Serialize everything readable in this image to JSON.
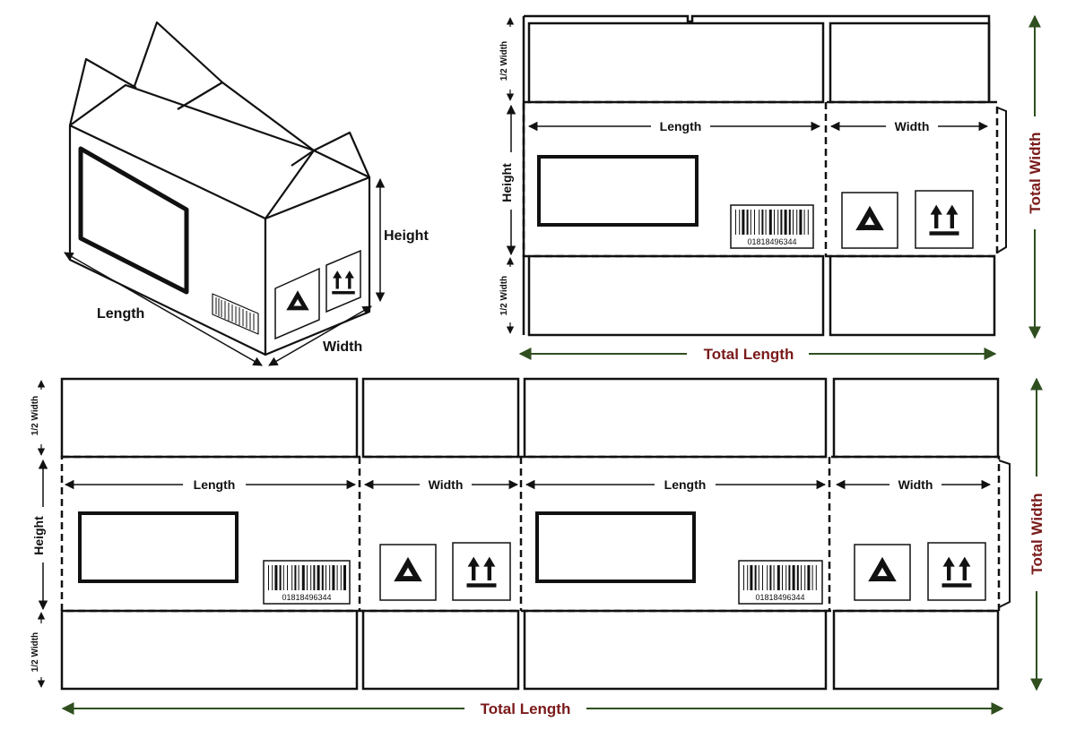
{
  "labels": {
    "length": "Length",
    "width": "Width",
    "height": "Height",
    "half_width": "1/2 Width",
    "total_length": "Total Length",
    "total_width": "Total Width"
  },
  "barcode": "01818496344",
  "colors": {
    "line": "#111111",
    "total_arrow": "#2f4f1f",
    "total_text": "#7a1a1a"
  },
  "icons": [
    "recycle-icon",
    "this-way-up-icon",
    "barcode-icon"
  ]
}
